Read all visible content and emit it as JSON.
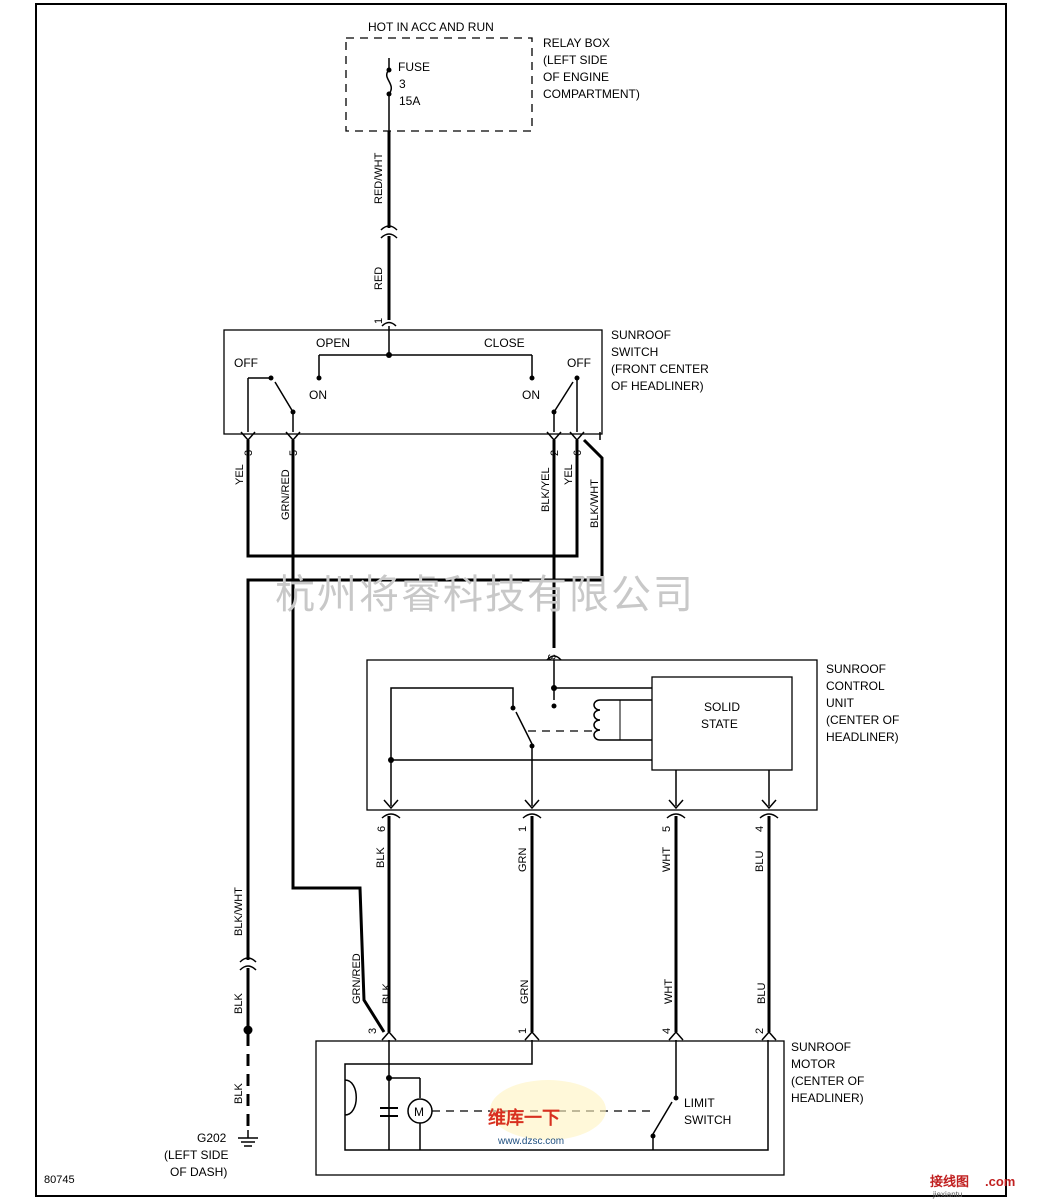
{
  "page": {
    "diagram_id": "80745",
    "watermark": "杭州将睿科技有限公司"
  },
  "logos": {
    "dzsc_top": "维库一下",
    "dzsc_site": "www.dzsc.com",
    "jiexiantu": "接线图",
    "jiexiantu_com": ".com",
    "jiexiantu_sub": "jiexiantu"
  },
  "relay_box": {
    "header": "HOT IN ACC AND RUN",
    "label": [
      "RELAY BOX",
      "(LEFT SIDE",
      "OF ENGINE",
      "COMPARTMENT)"
    ],
    "fuse": [
      "FUSE",
      "3",
      "15A"
    ]
  },
  "switch": {
    "label": [
      "SUNROOF",
      "SWITCH",
      "(FRONT CENTER",
      "OF HEADLINER)"
    ],
    "open": "OPEN",
    "close": "CLOSE",
    "off_left": "OFF",
    "off_right": "OFF",
    "on_left": "ON",
    "on_right": "ON",
    "pin_top": "1",
    "pins": [
      "3",
      "5",
      "2",
      "6"
    ]
  },
  "control_unit": {
    "label": [
      "SUNROOF",
      "CONTROL",
      "UNIT",
      "(CENTER OF",
      "HEADLINER)"
    ],
    "solid_state": [
      "SOLID",
      "STATE"
    ],
    "pin_top": "3",
    "pins": [
      "6",
      "1",
      "5",
      "4"
    ]
  },
  "motor": {
    "label": [
      "SUNROOF",
      "MOTOR",
      "(CENTER OF",
      "HEADLINER)"
    ],
    "limit_switch": [
      "LIMIT",
      "SWITCH"
    ],
    "motor_symbol": "M",
    "pins": [
      "3",
      "1",
      "4",
      "2"
    ]
  },
  "ground": {
    "name": "G202",
    "location": [
      "(LEFT SIDE",
      "OF DASH)"
    ]
  },
  "wires": {
    "red_wht": "RED/WHT",
    "red": "RED",
    "yel_a": "YEL",
    "grn_red_a": "GRN/RED",
    "blk_yel": "BLK/YEL",
    "yel_b": "YEL",
    "blk_wht_a": "BLK/WHT",
    "blk_wht_b": "BLK/WHT",
    "blk_a": "BLK",
    "blk_b": "BLK",
    "blk_cu": "BLK",
    "grn_cu": "GRN",
    "wht_cu": "WHT",
    "blu_cu": "BLU",
    "grn_red_b": "GRN/RED",
    "blk_m": "BLK",
    "grn_m": "GRN",
    "wht_m": "WHT",
    "blu_m": "BLU"
  }
}
